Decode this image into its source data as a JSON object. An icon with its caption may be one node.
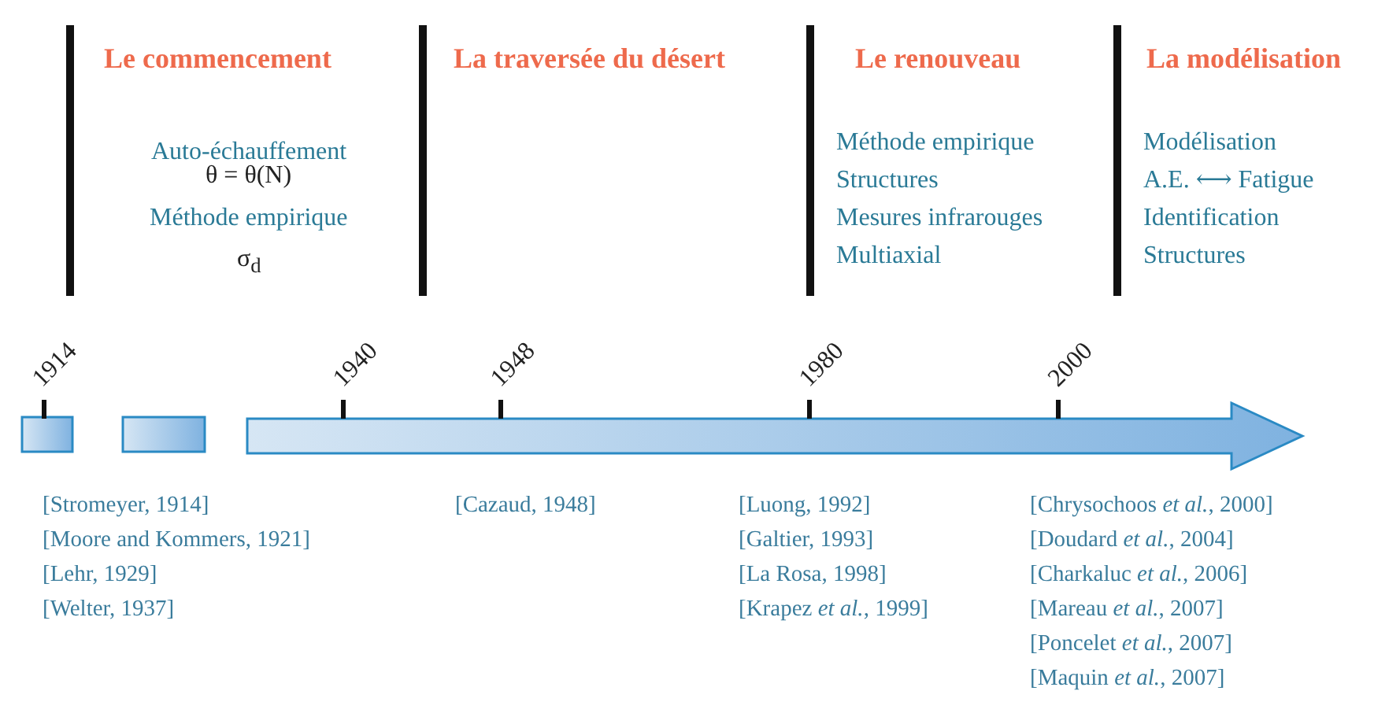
{
  "diagram": {
    "labels": [
      "Le commencement",
      "La traversée du désert",
      "Le renouveau",
      "La modélisation",
      "Auto-échauffement",
      "θ = θ(N)",
      "Méthode empirique",
      "σ$_{d}$",
      "Méthode empirique",
      "Structures",
      "Mesures infrarouges",
      "Multiaxial",
      "Modélisation",
      "A.E. ⟷ Fatigue",
      "Identification",
      "Structures",
      "1914",
      "1940",
      "1948",
      "1980",
      "2000",
      "[Stromeyer, 1914]",
      "[Moore and Kommers, 1921]",
      "[Lehr, 1929]",
      "[Welter, 1937]",
      "[Cazaud, 1948]",
      "[Luong, 1992]",
      "[Galtier, 1993]",
      "[La Rosa, 1998]",
      "[Krapez *et al.*, 1999]",
      "[Chrysochoos *et al.*, 2000]",
      "[Doudard *et al.*, 2004]",
      "[Charkaluc *et al.*, 2006]",
      "[Mareau *et al.*, 2007]",
      "[Poncelet *et al.*, 2007]",
      "[Maquin *et al.*, 2007]"
    ]
  }
}
